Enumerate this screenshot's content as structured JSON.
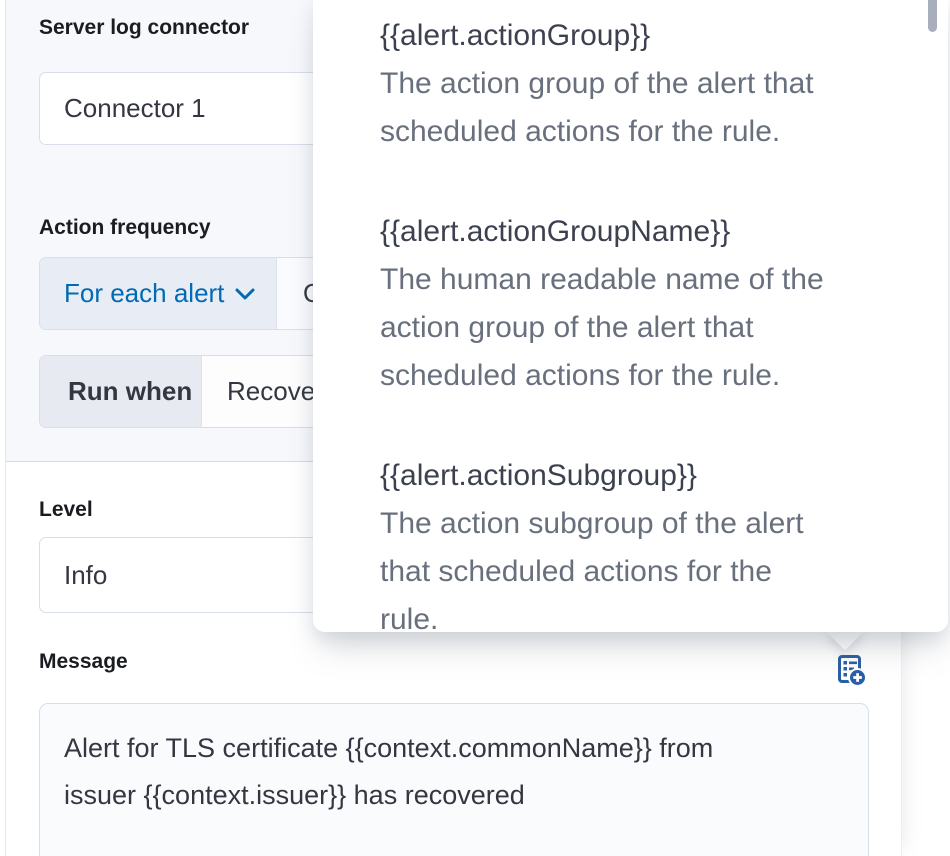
{
  "flyout": {
    "connector": {
      "title": "Server log connector",
      "connector_select": {
        "value": "Connector 1"
      },
      "action_frequency_label": "Action frequency",
      "frequency": {
        "prepend_label": "For each alert",
        "select_value": "On check intervals"
      },
      "run_when": {
        "prepend_label": "Run when",
        "select_value": "Recovered"
      }
    },
    "level": {
      "label": "Level",
      "value": "Info"
    },
    "message": {
      "label": "Message",
      "value": "Alert for TLS certificate {{context.commonName}} from issuer {{context.issuer}} has recovered",
      "value_lines": [
        "Alert for TLS certificate {{context.commonName}} from",
        "issuer {{context.issuer}} has recovered"
      ]
    }
  },
  "popover": {
    "variables": [
      {
        "name": "{{alert.actionGroup}}",
        "lines": [
          "The action group of the alert that",
          "scheduled actions for the rule."
        ]
      },
      {
        "name": "{{alert.actionGroupName}}",
        "lines": [
          "The human readable name of the",
          "action group of the alert that",
          "scheduled actions for the rule."
        ]
      },
      {
        "name": "{{alert.actionSubgroup}}",
        "lines": [
          "The action subgroup of the alert",
          "that scheduled actions for the",
          "rule."
        ]
      }
    ]
  },
  "colors": {
    "primary_blue": "#006BB4",
    "icon_blue": "#2b5fa5",
    "panel_gray": "#f7f8fc",
    "prepend_gray": "#e9ecf3",
    "border": "#d8deeb",
    "divider": "#d3dae6",
    "label_text": "#1a1c21",
    "input_text": "#343741",
    "desc_text": "#69707D",
    "scroll_thumb": "#a8aebb"
  }
}
